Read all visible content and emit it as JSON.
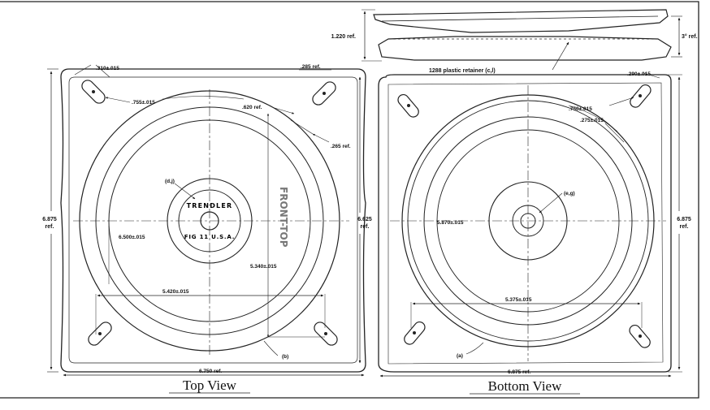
{
  "top_view": {
    "caption": "Top View",
    "dims": {
      "hole_dia": ".310±.015",
      "edge_inset": ".285 ref.",
      "slot_offset": ".755±.015",
      "ring_gap": ".620 ref.",
      "corner_gap": ".265 ref.",
      "height": "6.875",
      "height_unit": "ref.",
      "height_right": "6.625",
      "height_right_unit": "ref.",
      "inner_dia": "6.500±.015",
      "hole_spacing_v": "5.340±.015",
      "hole_spacing_h": "5.420±.015",
      "width": "6.750 ref."
    },
    "callouts": {
      "hub": "(d,j)",
      "ring": "(b)"
    },
    "embossing": {
      "brand": "TRENDLER",
      "sub": "FIG 11 U.S.A.",
      "side": "FRONT-TOP"
    }
  },
  "bottom_view": {
    "caption": "Bottom View",
    "dims": {
      "height": "1.220 ref.",
      "depth": "3° ref.",
      "retainer": "1288 plastic retainer (c,l)",
      "hole_dia": ".290±.015",
      "slot_offset": ".750±.015",
      "slot_width": ".275±.015",
      "inner_dia": "5.870±.015",
      "height_right": "6.875",
      "height_right_unit": "ref.",
      "hole_spacing_h": "5.375±.015",
      "width": "6.875 ref."
    },
    "callouts": {
      "hub": "(e,g)",
      "ring": "(a)"
    }
  }
}
